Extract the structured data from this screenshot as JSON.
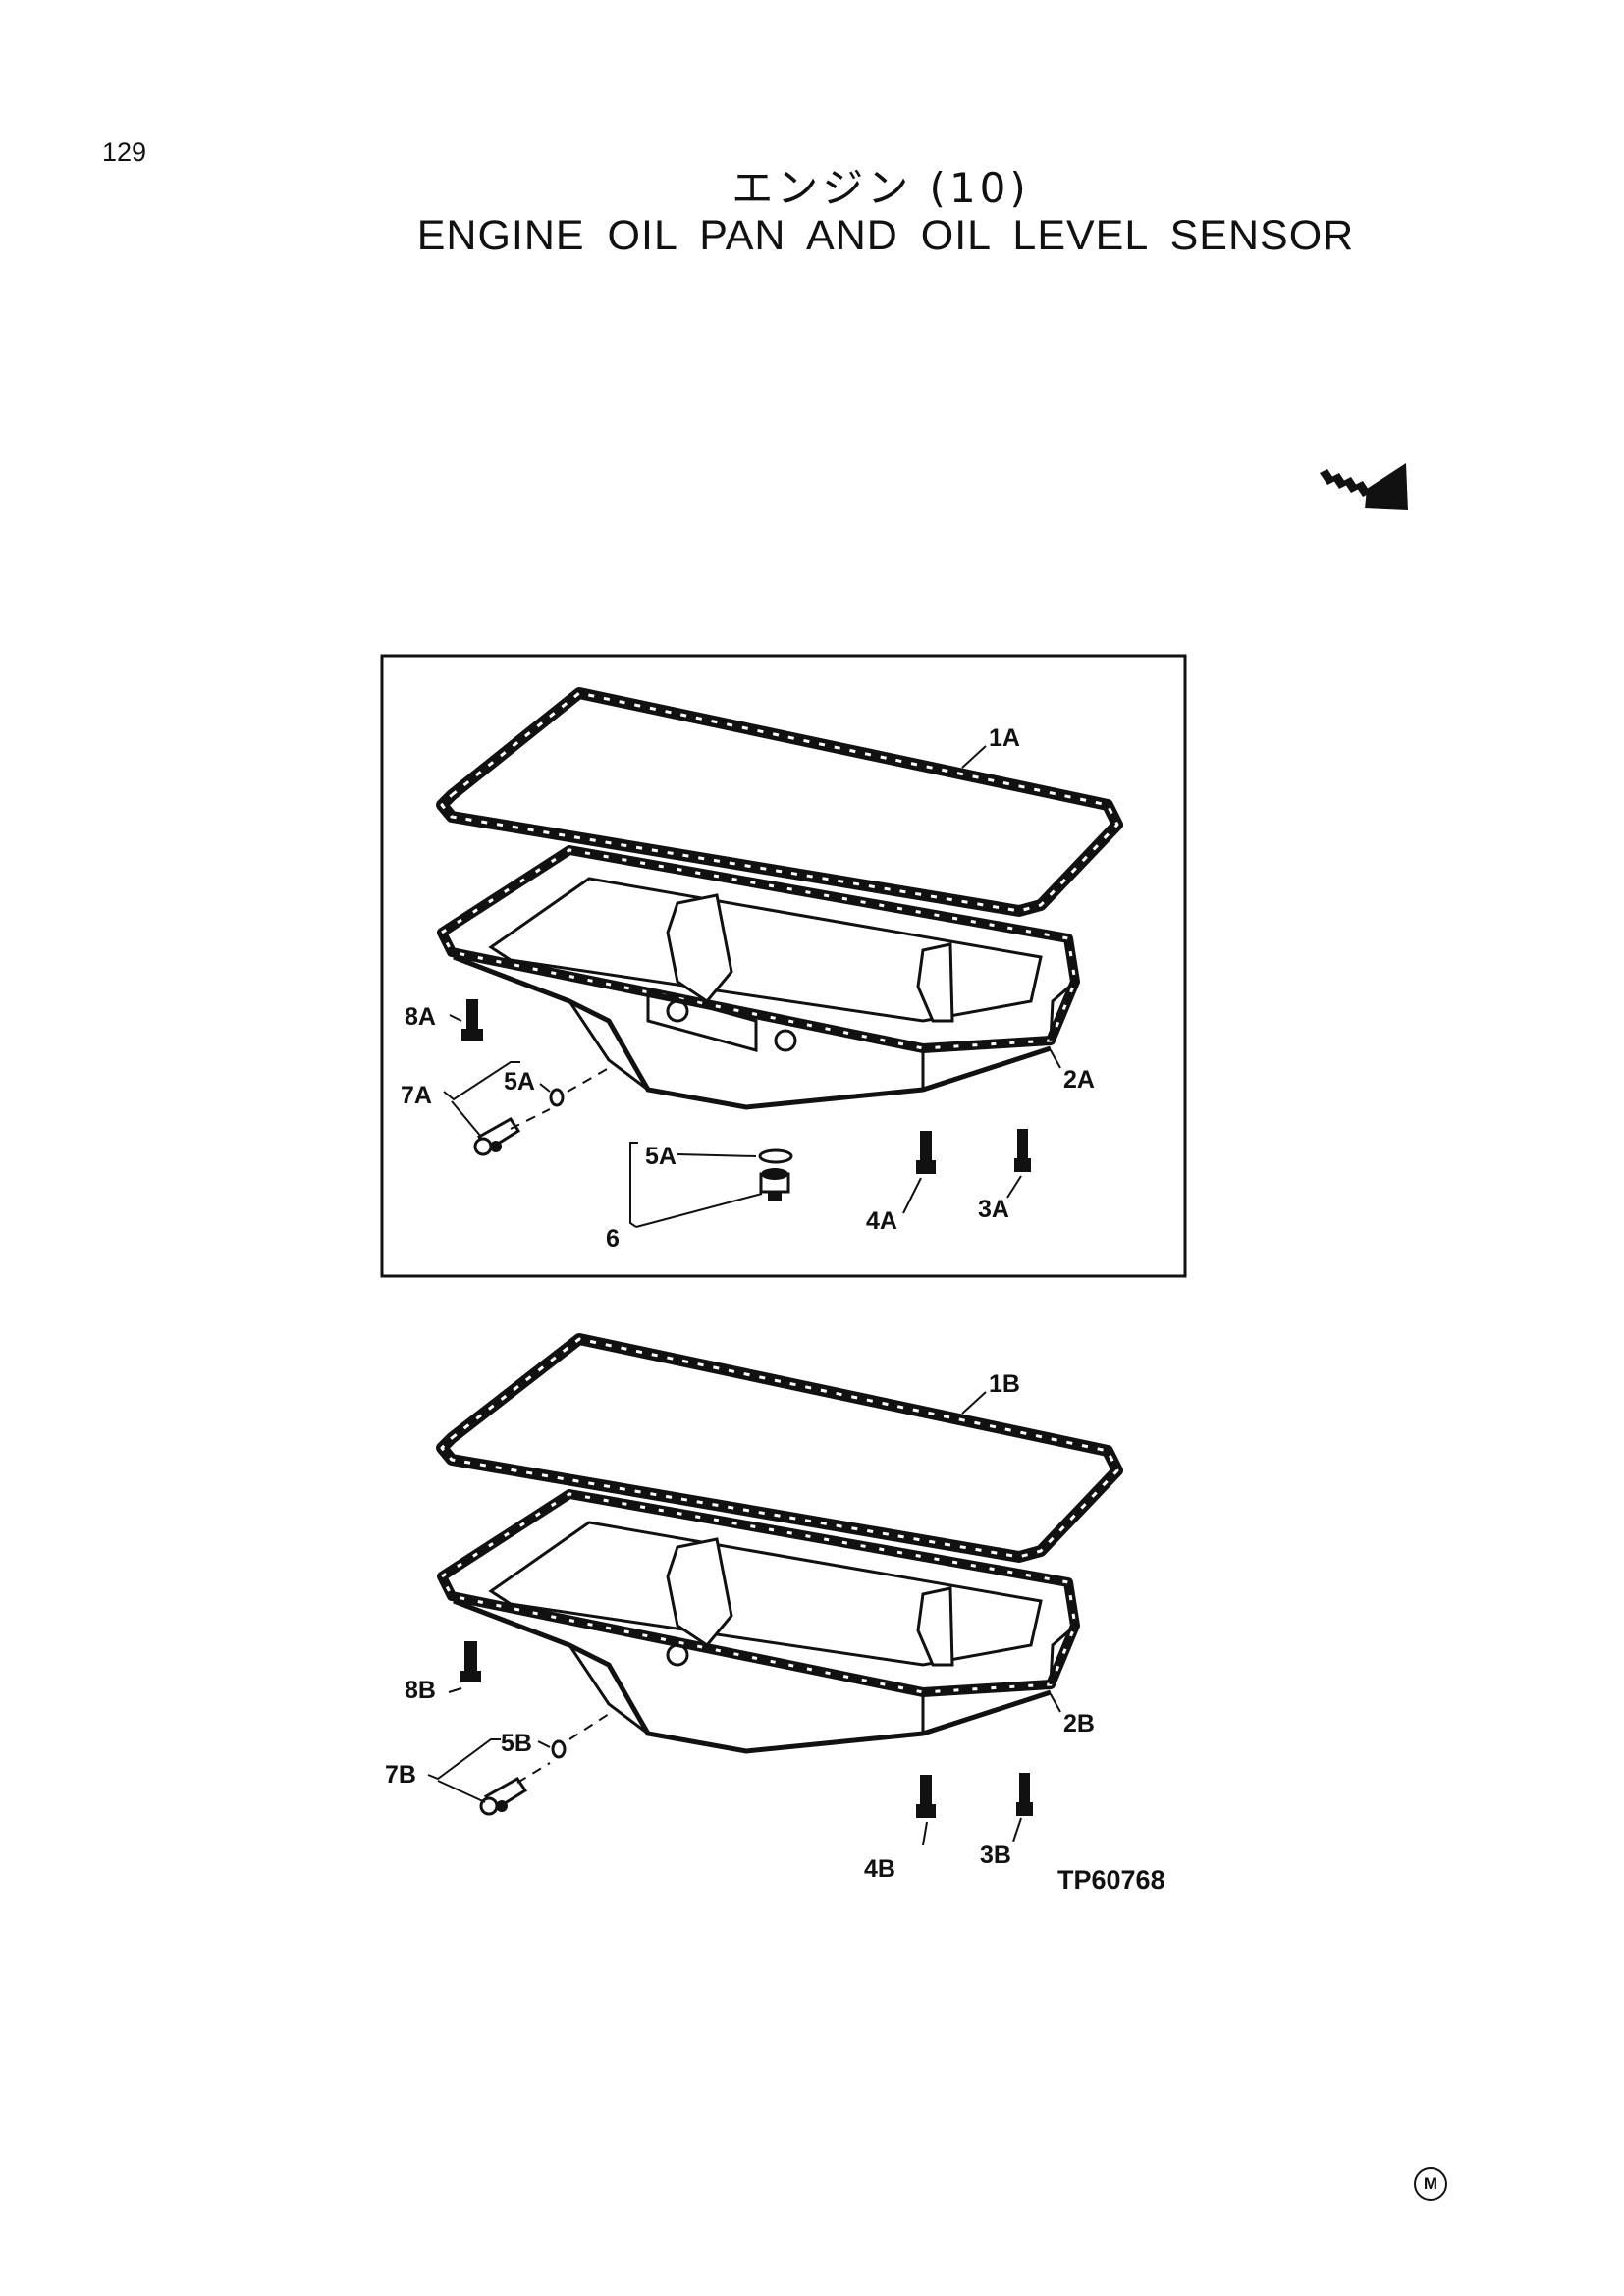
{
  "page_number": "129",
  "title_jp": "エンジン (10)",
  "title_en": "ENGINE OIL PAN AND OIL LEVEL SENSOR",
  "icons": {
    "direction": "front-direction-arrow-icon",
    "trademark": "circled-m-icon"
  },
  "trademark_letter": "M",
  "figure_code": "TP60768",
  "callouts_a": {
    "c1A": "1A",
    "c2A": "2A",
    "c3A": "3A",
    "c4A": "4A",
    "c5A_top": "5A",
    "c5A_bottom": "5A",
    "c6": "6",
    "c7A": "7A",
    "c8A": "8A"
  },
  "callouts_b": {
    "c1B": "1B",
    "c2B": "2B",
    "c3B": "3B",
    "c4B": "4B",
    "c5B": "5B",
    "c7B": "7B",
    "c8B": "8B"
  }
}
